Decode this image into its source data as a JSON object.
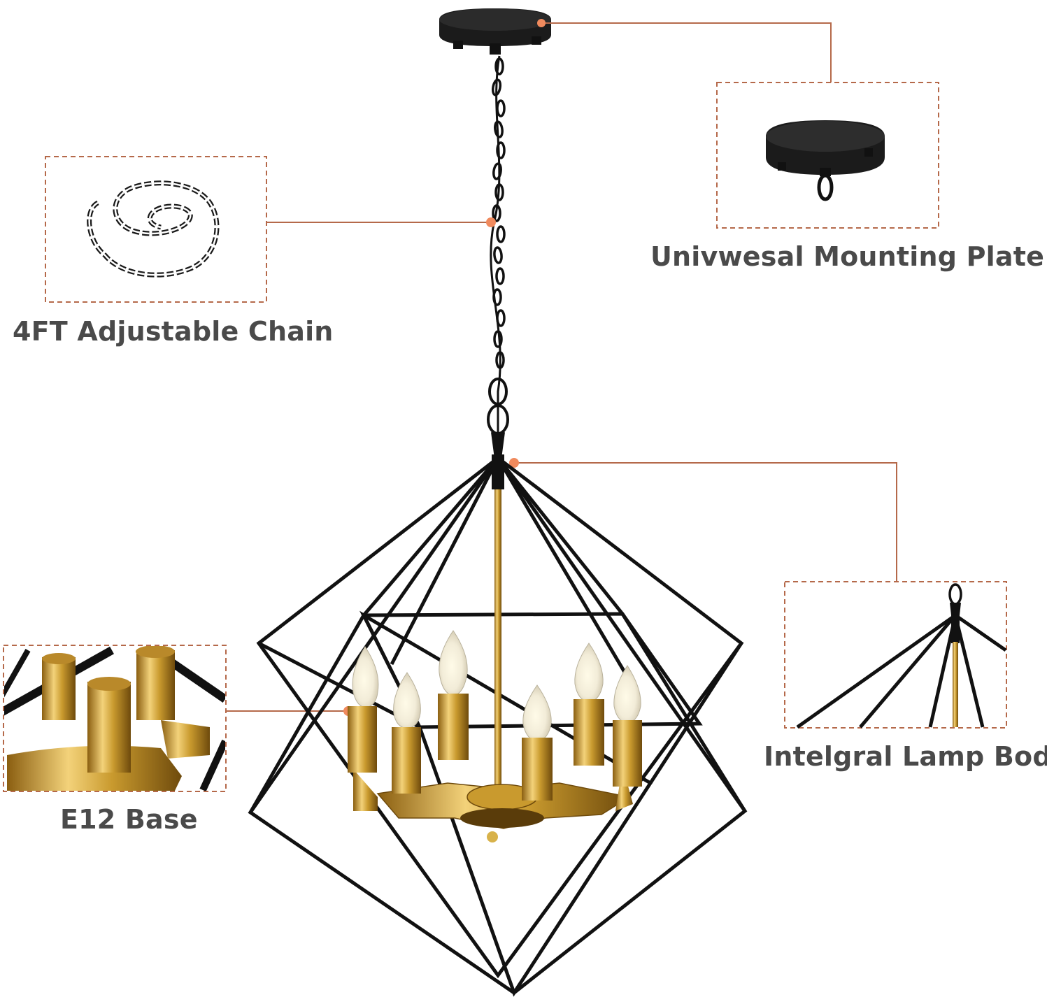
{
  "callouts": {
    "chain": {
      "label": "4FT Adjustable Chain",
      "icon": "chain-coil-icon"
    },
    "plate": {
      "label": "Univwesal Mounting Plate",
      "icon": "mounting-plate-icon"
    },
    "base": {
      "label": "E12 Base",
      "icon": "socket-closeup-icon"
    },
    "body": {
      "label": "Intelgral Lamp Body",
      "icon": "lamp-body-closeup-icon"
    }
  },
  "colors": {
    "callout_line": "#b5694a",
    "callout_dot": "#f08a5d",
    "frame": "#111111",
    "brass": "#c99a2e",
    "label_text": "#4a4a4a"
  }
}
